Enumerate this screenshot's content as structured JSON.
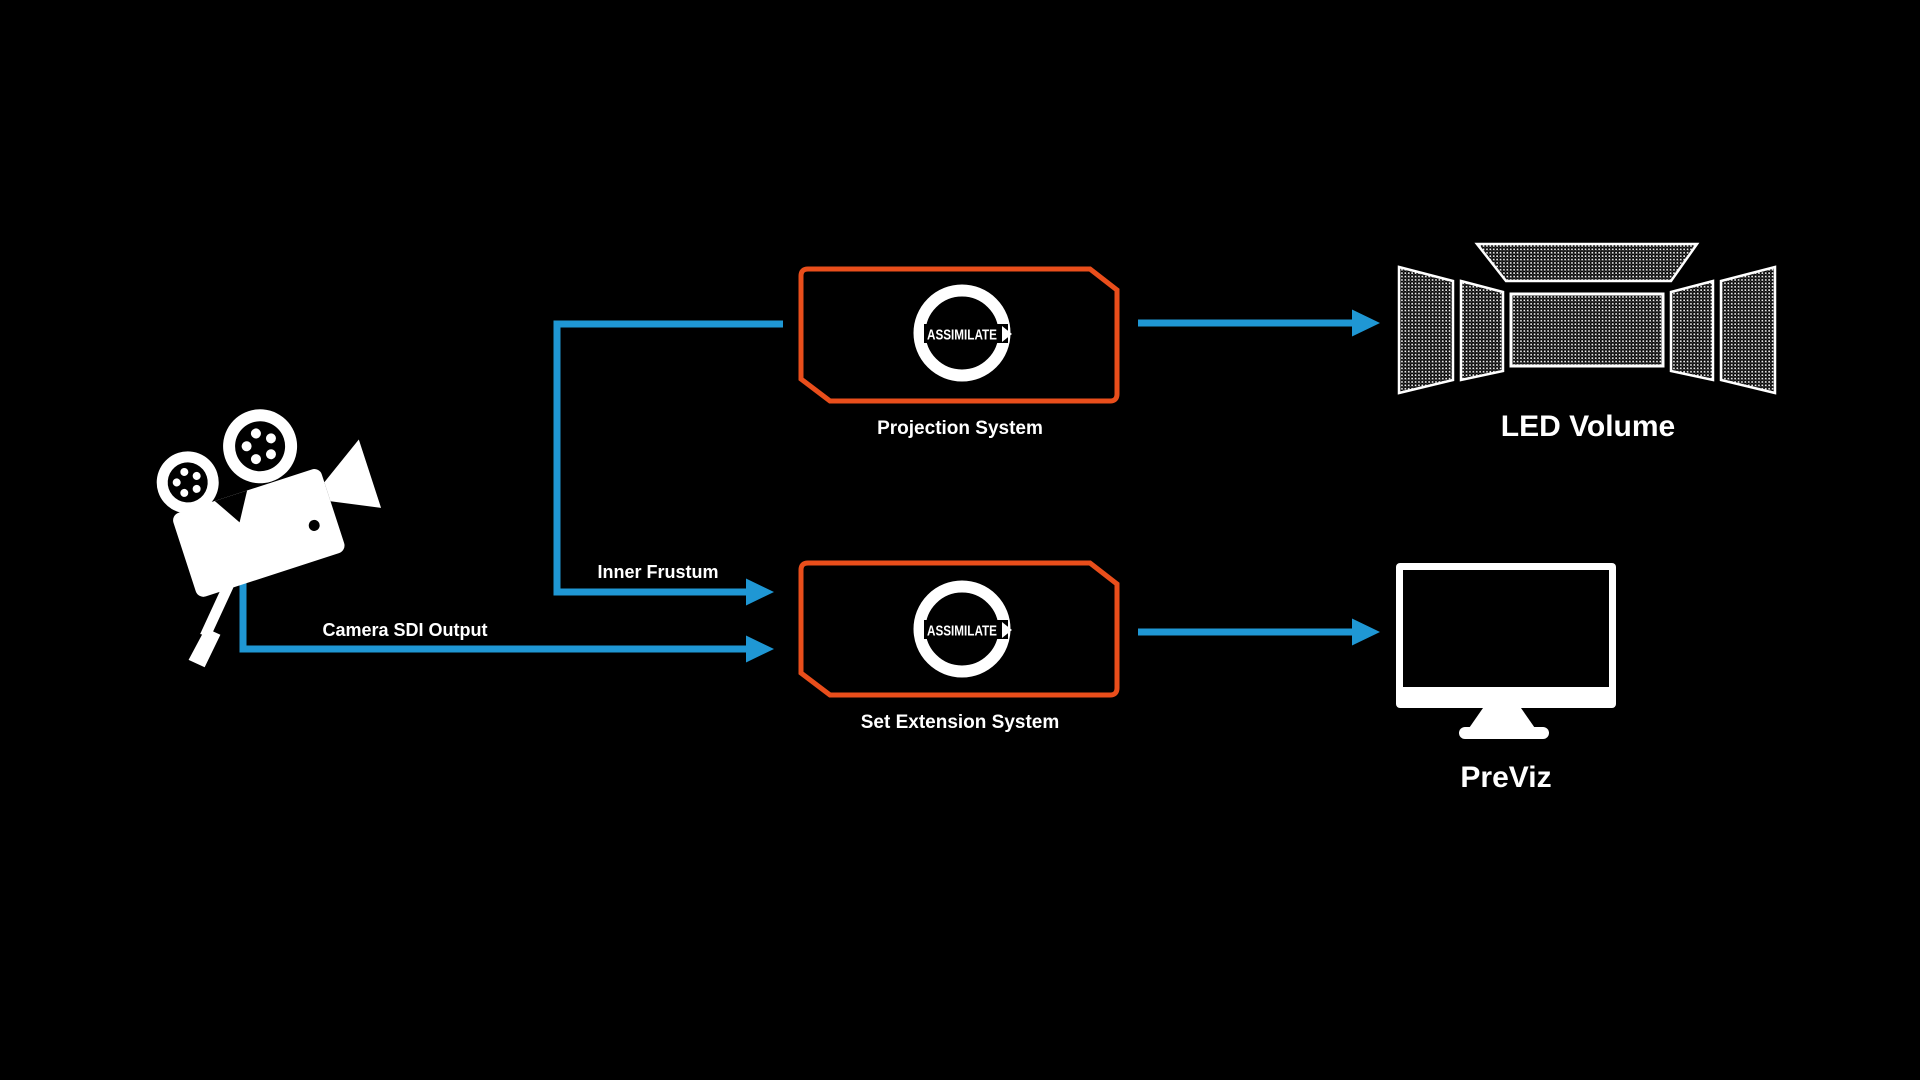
{
  "colors": {
    "background": "#000000",
    "accent_orange": "#E94E1B",
    "arrow_blue": "#1F97D4",
    "text": "#FFFFFF"
  },
  "labels": {
    "assimilate_logo": "ASSIMILATE",
    "projection_system": "Projection System",
    "set_extension_system": "Set Extension System",
    "led_volume": "LED Volume",
    "previz": "PreViz",
    "inner_frustum": "Inner Frustum",
    "camera_sdi_output": "Camera SDI Output"
  }
}
